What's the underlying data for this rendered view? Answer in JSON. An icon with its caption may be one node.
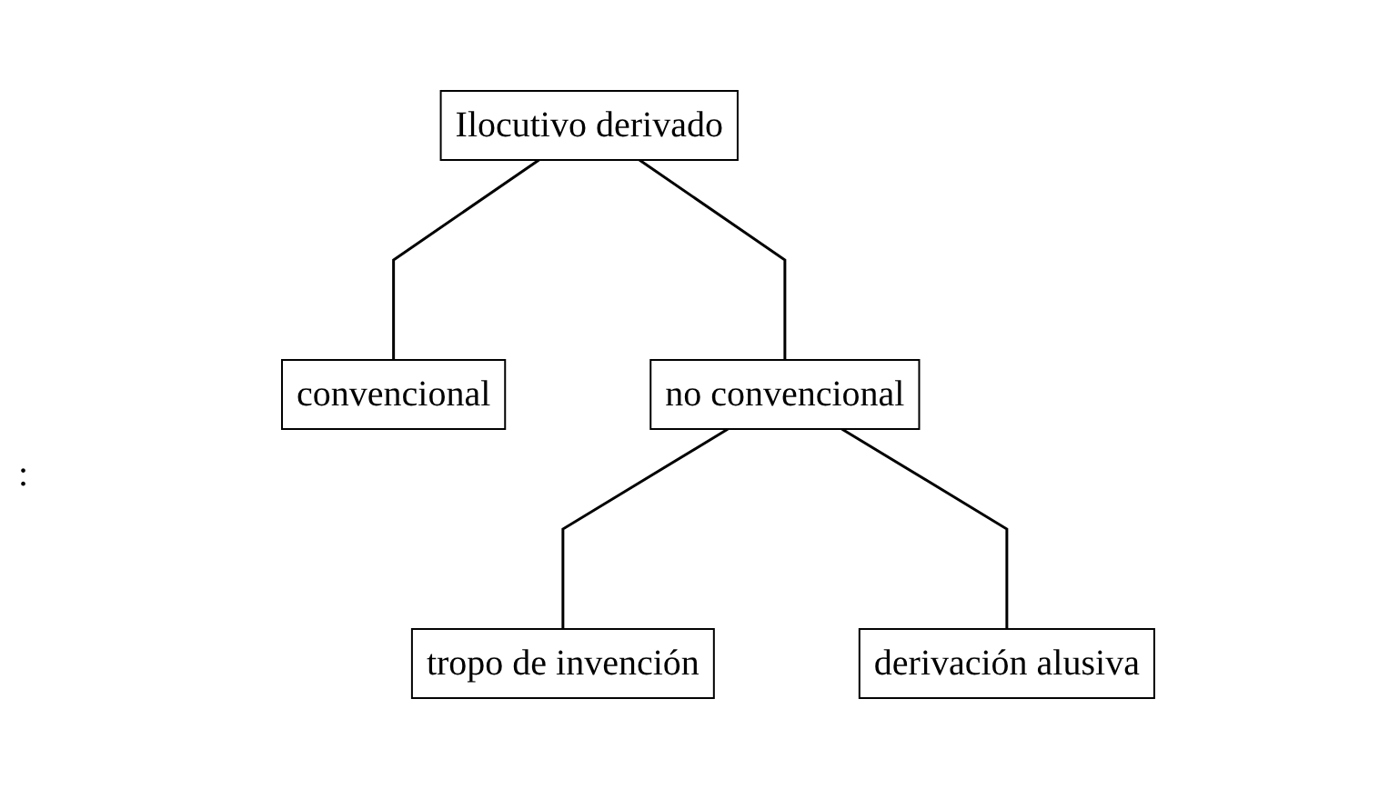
{
  "diagram": {
    "nodes": [
      {
        "text": [
          "Ilocutivo derivado"
        ]
      },
      {
        "text": [
          "convencional"
        ]
      },
      {
        "text": [
          "no convencional"
        ]
      },
      {
        "text": [
          "tropo de invención"
        ]
      },
      {
        "text": [
          "derivación alusiva"
        ]
      }
    ],
    "edges": [
      {
        "from": 0,
        "to": 1,
        "arrow": "none"
      },
      {
        "from": 0,
        "to": 2,
        "arrow": "none"
      },
      {
        "from": 2,
        "to": 3,
        "arrow": "none"
      },
      {
        "from": 2,
        "to": 4,
        "arrow": "none"
      }
    ],
    "labels": [
      ":"
    ]
  }
}
